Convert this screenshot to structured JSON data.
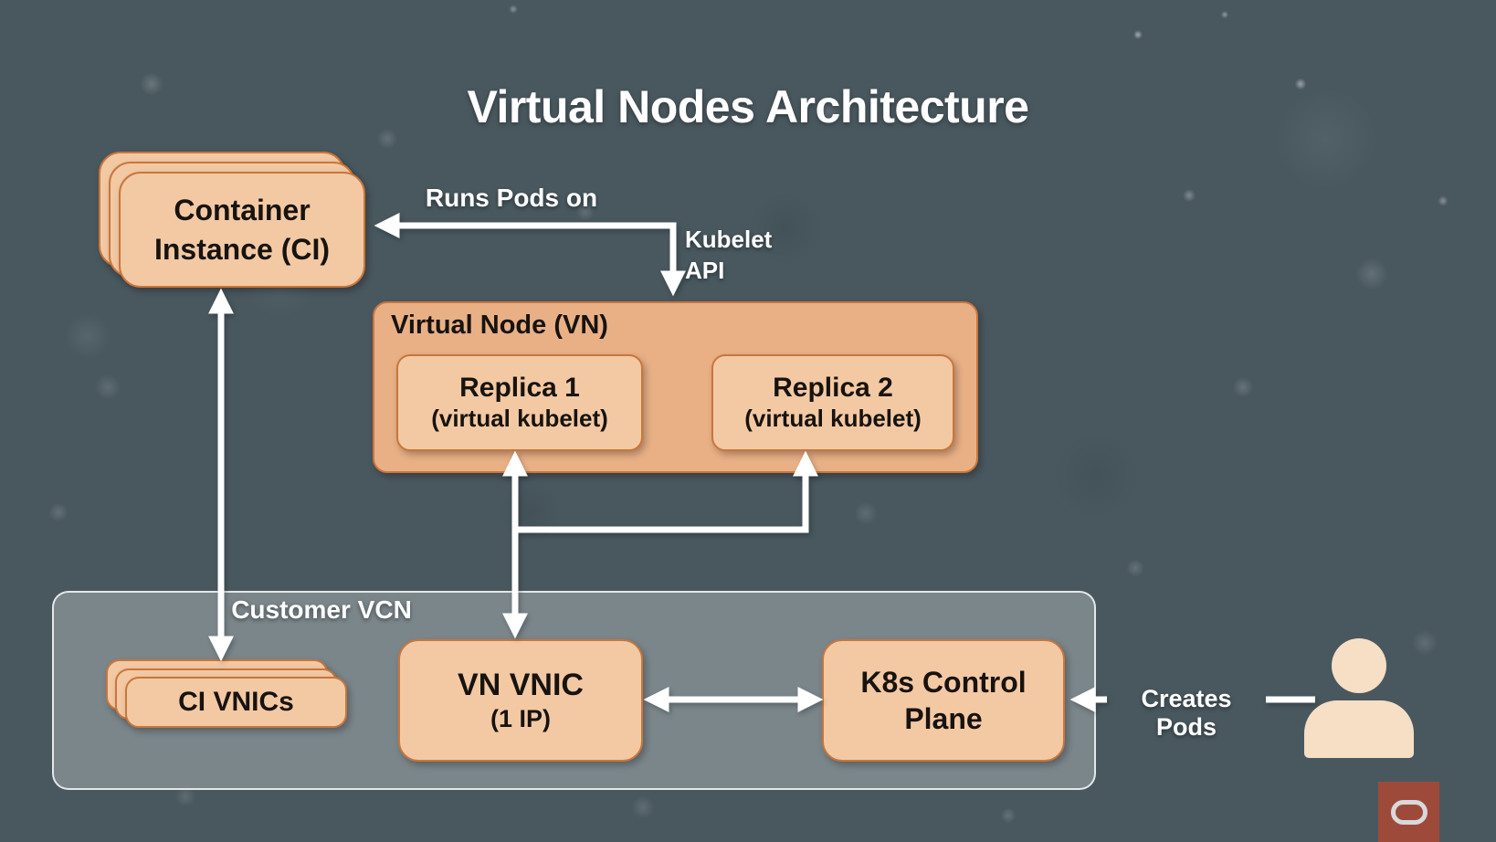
{
  "title": "Virtual Nodes Architecture",
  "nodes": {
    "container_instance": {
      "label": "Container Instance (CI)",
      "stacked": 3
    },
    "virtual_node": {
      "label": "Virtual Node (VN)"
    },
    "replica1": {
      "title": "Replica 1",
      "subtitle": "(virtual kubelet)"
    },
    "replica2": {
      "title": "Replica 2",
      "subtitle": "(virtual kubelet)"
    },
    "customer_vcn": {
      "label": "Customer VCN"
    },
    "ci_vnics": {
      "label": "CI VNICs",
      "stacked": 3
    },
    "vn_vnic": {
      "title": "VN VNIC",
      "subtitle": "(1 IP)"
    },
    "k8s_control_plane": {
      "label": "K8s Control Plane"
    }
  },
  "edges": {
    "runs_pods_on": "Runs Pods on",
    "kubelet_api": "Kubelet API",
    "creates_pods": "Creates Pods",
    "connections": [
      "Virtual Node -> Container Instance (Runs Pods on / Kubelet API, double-headed elbow)",
      "Container Instance <-> CI VNICs (vertical double-headed)",
      "Replica 1 <-> VN VNIC (vertical double-headed)",
      "Replica 2 -> branch into Replica1/VN VNIC line",
      "VN VNIC <-> K8s Control Plane (horizontal double-headed)",
      "User -> K8s Control Plane (Creates Pods)"
    ]
  },
  "icons": {
    "user": "user-silhouette",
    "logo": "oracle-logo"
  },
  "colors": {
    "background": "#49585f",
    "box_fill": "#f3c9a4",
    "box_border": "#c9763b",
    "vn_fill": "#e9b086",
    "vcn_fill": "rgba(255,255,255,0.28)",
    "text_dark": "#17130f",
    "text_light": "#ffffff",
    "arrow": "#ffffff",
    "person_fill": "#f7dfc5",
    "oracle_red": "#9e4a3b"
  }
}
